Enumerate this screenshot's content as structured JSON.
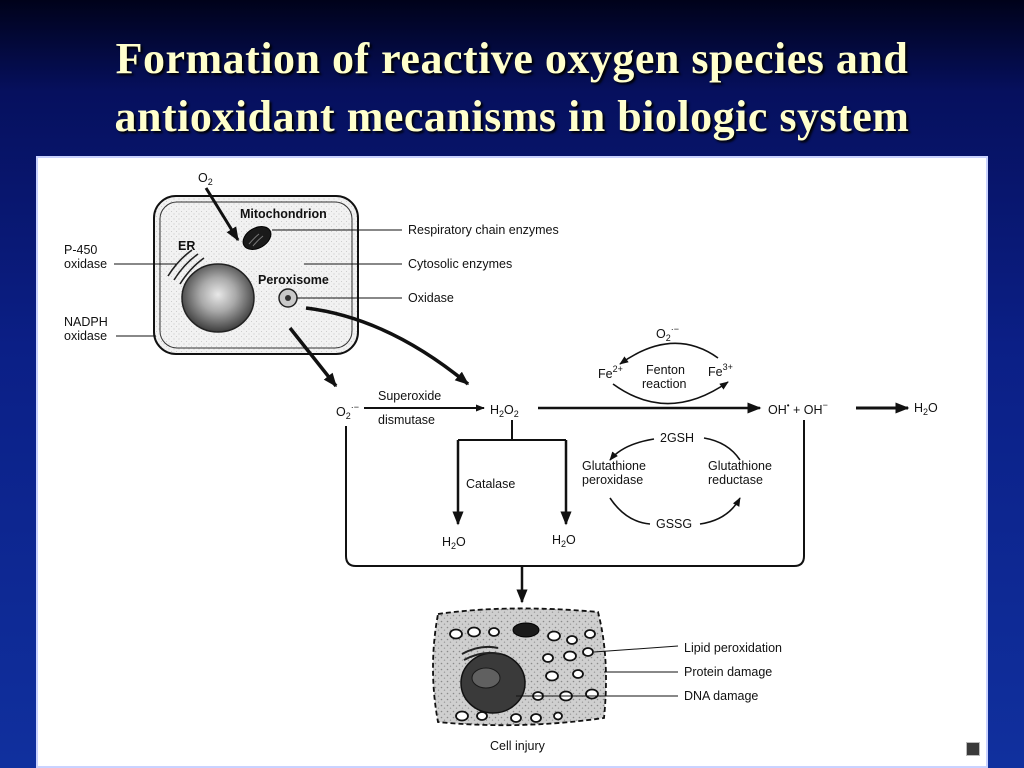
{
  "title": {
    "line1": "Formation of reactive oxygen species and",
    "line2": "antioxidant mecanisms in biologic system"
  },
  "diagram": {
    "o2_source": "O",
    "o2_source_sub": "2",
    "cell_labels": {
      "mitochondrion": "Mitochondrion",
      "er": "ER",
      "peroxisome": "Peroxisome",
      "p450_line1": "P-450",
      "p450_line2": "oxidase",
      "nadph_line1": "NADPH",
      "nadph_line2": "oxidase"
    },
    "enzyme_labels": {
      "respiratory": "Respiratory chain enzymes",
      "cytosolic": "Cytosolic enzymes",
      "oxidase": "Oxidase"
    },
    "superoxide": {
      "base": "O",
      "sub": "2",
      "sup": "·−"
    },
    "sod_line1": "Superoxide",
    "sod_line2": "dismutase",
    "h2o2": {
      "a": "H",
      "a_sub": "2",
      "b": "O",
      "b_sub": "2"
    },
    "fenton": {
      "o2": "O",
      "o2_sub": "2",
      "o2_sup": "·−",
      "fe2": "Fe",
      "fe2_sup": "2+",
      "fe3": "Fe",
      "fe3_sup": "3+",
      "line1": "Fenton",
      "line2": "reaction"
    },
    "hydroxyl": {
      "oh_radical": "OH",
      "dot": "•",
      "plus": " + OH",
      "minus": "−"
    },
    "water": {
      "h": "H",
      "sub": "2",
      "o": "O"
    },
    "catalase": "Catalase",
    "glutathione": {
      "gsh": "2GSH",
      "gssg": "GSSG",
      "peroxidase_line1": "Glutathione",
      "peroxidase_line2": "peroxidase",
      "reductase_line1": "Glutathione",
      "reductase_line2": "reductase"
    },
    "injury_labels": {
      "lipid": "Lipid peroxidation",
      "protein": "Protein damage",
      "dna": "DNA damage",
      "cell_injury": "Cell injury"
    }
  }
}
